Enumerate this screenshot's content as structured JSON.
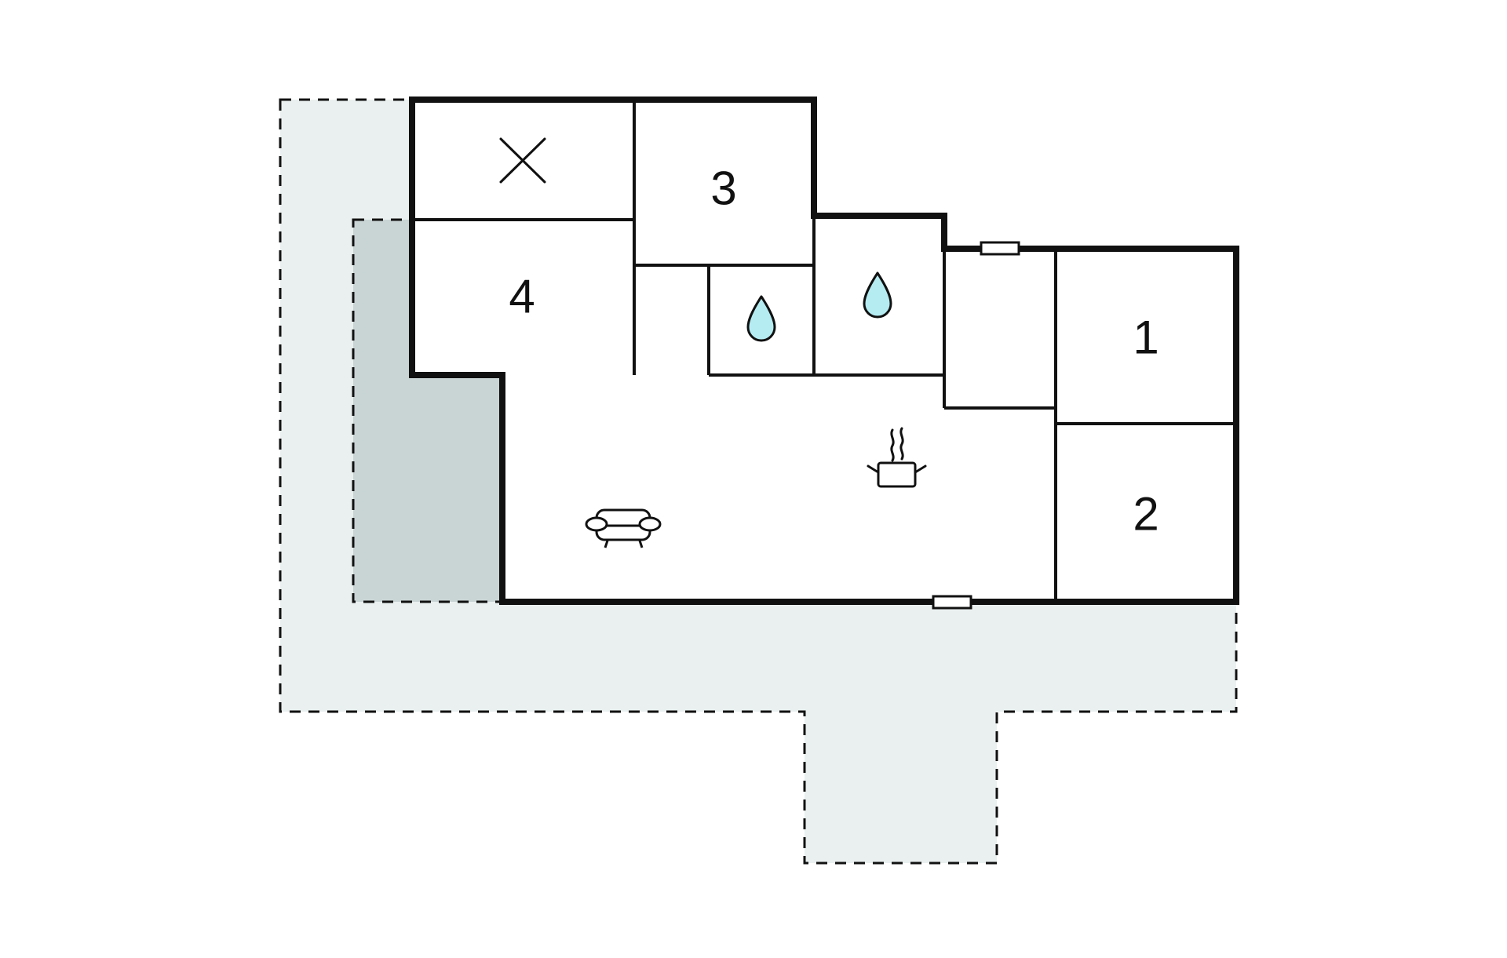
{
  "colors": {
    "background": "#ffffff",
    "wall": "#111111",
    "terrace": "#eaf0f0",
    "covered_terrace": "#c9d4d4",
    "water_drop": "#b4ecf2"
  },
  "rooms": [
    {
      "id": "bedroom-1",
      "label": "1"
    },
    {
      "id": "bedroom-2",
      "label": "2"
    },
    {
      "id": "bedroom-3",
      "label": "3"
    },
    {
      "id": "bedroom-4",
      "label": "4"
    }
  ],
  "icons": {
    "unknown_room": "x-mark-icon",
    "bathrooms": [
      "water-drop-icon",
      "water-drop-icon"
    ],
    "kitchen": "cooking-pot-icon",
    "living": "sofa-icon",
    "windows": [
      "window-icon",
      "window-icon"
    ]
  }
}
